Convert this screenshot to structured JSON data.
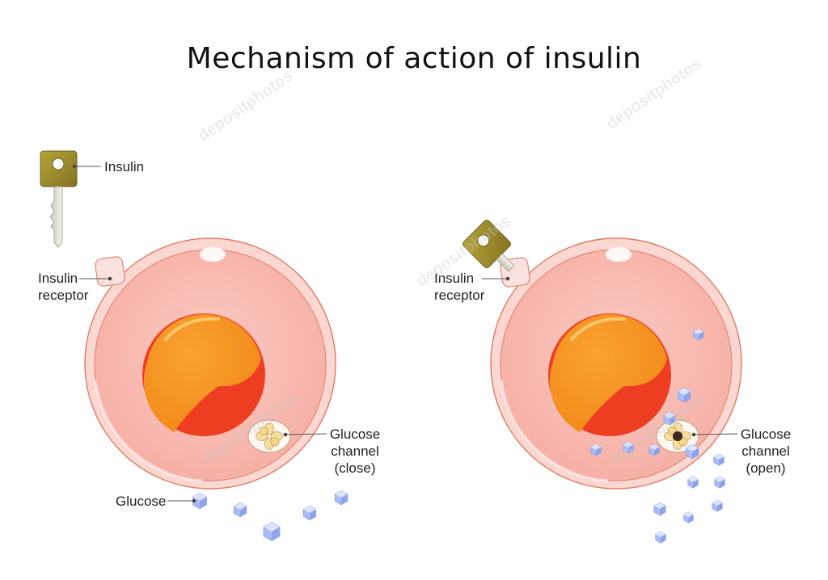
{
  "title": "Mechanism of action of insulin",
  "labels": {
    "insulin": "Insulin",
    "receptor_left": "Insulin\nreceptor",
    "receptor_right": "Insulin\nreceptor",
    "glucose": "Glucose",
    "channel_close": "Glucose\nchannel\n(close)",
    "channel_open": "Glucose\nchannel\n(open)"
  },
  "watermark": "depositphotos",
  "colors": {
    "cell_membrane": "#f7c2bb",
    "cytoplasm": "#f9bdb5",
    "nucleus": "#f5921e",
    "nucleus_shadow": "#ee3a22",
    "key": "#9c8a2a",
    "glucose": "#9fb4f2"
  }
}
